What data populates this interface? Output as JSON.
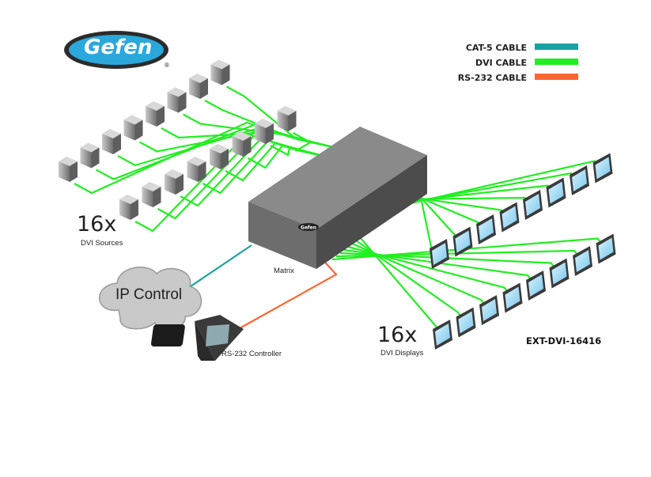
{
  "brand": {
    "logo_text": "Gefen",
    "registered_mark": "®"
  },
  "legend": {
    "items": [
      {
        "label": "CAT-5 CABLE",
        "color": "#1aa3a3"
      },
      {
        "label": "DVI CABLE",
        "color": "#22ee22"
      },
      {
        "label": "RS-232 CABLE",
        "color": "#ff6633"
      }
    ]
  },
  "sources": {
    "count_label": "16x",
    "caption": "DVI Sources"
  },
  "displays": {
    "count_label": "16x",
    "caption": "DVI Displays"
  },
  "matrix": {
    "label": "Matrix",
    "badge": "Gefen"
  },
  "ip_control": {
    "label": "IP Control"
  },
  "controller": {
    "label": "RS-232 Controller"
  },
  "model": {
    "label": "EXT-DVI-16416"
  }
}
